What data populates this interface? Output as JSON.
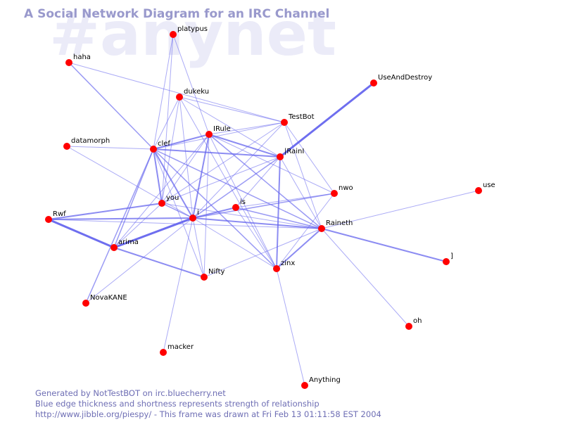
{
  "watermark": "#anynet",
  "title": "A Social Network Diagram for an IRC Channel",
  "footer": {
    "line1": "Generated by NotTestBOT on irc.bluecherry.net",
    "line2": "Blue edge thickness and shortness represents strength of relationship",
    "line3": "http://www.jibble.org/piespy/ - This frame was drawn at Fri Feb 13 01:11:58 EST 2004"
  },
  "colors": {
    "node": "#ff0000",
    "edge": "#6666ee",
    "title": "#9999cc",
    "watermark": "#ebebf8",
    "footer": "#6e6eb4"
  },
  "nodes": [
    {
      "id": "platypus",
      "label": "platypus"
    },
    {
      "id": "haha",
      "label": "haha"
    },
    {
      "id": "UseAndDestroy",
      "label": "UseAndDestroy"
    },
    {
      "id": "dukeku",
      "label": "dukeku"
    },
    {
      "id": "TestBot",
      "label": "TestBot"
    },
    {
      "id": "IRule",
      "label": "IRule"
    },
    {
      "id": "datamorph",
      "label": "datamorph"
    },
    {
      "id": "clef",
      "label": "clef"
    },
    {
      "id": "IRainI",
      "label": "|RainI"
    },
    {
      "id": "nwo",
      "label": "nwo"
    },
    {
      "id": "use",
      "label": "use"
    },
    {
      "id": "you",
      "label": "you"
    },
    {
      "id": "is",
      "label": "is"
    },
    {
      "id": "Rwf",
      "label": "Rwf"
    },
    {
      "id": "i",
      "label": "i"
    },
    {
      "id": "Raineth",
      "label": "Raineth"
    },
    {
      "id": "arima",
      "label": "arima"
    },
    {
      "id": "bracket",
      "label": "]"
    },
    {
      "id": "zinx",
      "label": "zinx"
    },
    {
      "id": "Nifty",
      "label": "Nifty"
    },
    {
      "id": "NovaKANE",
      "label": "NovaKANE"
    },
    {
      "id": "oh",
      "label": "oh"
    },
    {
      "id": "macker",
      "label": "macker"
    },
    {
      "id": "Anything",
      "label": "Anything"
    }
  ],
  "edges": [
    {
      "from": "IRainI",
      "to": "UseAndDestroy",
      "weight": 3
    },
    {
      "from": "Rwf",
      "to": "arima",
      "weight": 3
    },
    {
      "from": "Raineth",
      "to": "bracket",
      "weight": 2
    },
    {
      "from": "i",
      "to": "Raineth",
      "weight": 2
    },
    {
      "from": "arima",
      "to": "Nifty",
      "weight": 2
    },
    {
      "from": "arima",
      "to": "i",
      "weight": 3
    },
    {
      "from": "Rwf",
      "to": "i",
      "weight": 2
    },
    {
      "from": "Rwf",
      "to": "you",
      "weight": 2
    },
    {
      "from": "clef",
      "to": "IRule",
      "weight": 2
    },
    {
      "from": "clef",
      "to": "IRainI",
      "weight": 2
    },
    {
      "from": "clef",
      "to": "i",
      "weight": 2
    },
    {
      "from": "clef",
      "to": "you",
      "weight": 2
    },
    {
      "from": "clef",
      "to": "arima",
      "weight": 1.5
    },
    {
      "from": "clef",
      "to": "NovaKANE",
      "weight": 1.5
    },
    {
      "from": "clef",
      "to": "zinx",
      "weight": 1.5
    },
    {
      "from": "clef",
      "to": "Raineth",
      "weight": 1.5
    },
    {
      "from": "clef",
      "to": "Nifty",
      "weight": 1
    },
    {
      "from": "clef",
      "to": "TestBot",
      "weight": 1
    },
    {
      "from": "clef",
      "to": "datamorph",
      "weight": 1
    },
    {
      "from": "clef",
      "to": "platypus",
      "weight": 1
    },
    {
      "from": "clef",
      "to": "dukeku",
      "weight": 1
    },
    {
      "from": "IRule",
      "to": "i",
      "weight": 2
    },
    {
      "from": "IRule",
      "to": "IRainI",
      "weight": 2
    },
    {
      "from": "IRule",
      "to": "Raineth",
      "weight": 1.5
    },
    {
      "from": "IRule",
      "to": "you",
      "weight": 1
    },
    {
      "from": "IRule",
      "to": "zinx",
      "weight": 1
    },
    {
      "from": "IRule",
      "to": "nwo",
      "weight": 1
    },
    {
      "from": "IRule",
      "to": "Nifty",
      "weight": 1
    },
    {
      "from": "IRule",
      "to": "platypus",
      "weight": 1
    },
    {
      "from": "IRule",
      "to": "TestBot",
      "weight": 1
    },
    {
      "from": "IRainI",
      "to": "zinx",
      "weight": 2
    },
    {
      "from": "IRainI",
      "to": "i",
      "weight": 1.5
    },
    {
      "from": "IRainI",
      "to": "you",
      "weight": 1
    },
    {
      "from": "IRainI",
      "to": "is",
      "weight": 1
    },
    {
      "from": "IRainI",
      "to": "Raineth",
      "weight": 1
    },
    {
      "from": "IRainI",
      "to": "dukeku",
      "weight": 1
    },
    {
      "from": "i",
      "to": "is",
      "weight": 2
    },
    {
      "from": "i",
      "to": "nwo",
      "weight": 1.5
    },
    {
      "from": "i",
      "to": "TestBot",
      "weight": 1
    },
    {
      "from": "i",
      "to": "zinx",
      "weight": 1
    },
    {
      "from": "i",
      "to": "NovaKANE",
      "weight": 1
    },
    {
      "from": "i",
      "to": "Nifty",
      "weight": 1
    },
    {
      "from": "i",
      "to": "you",
      "weight": 1.5
    },
    {
      "from": "i",
      "to": "macker",
      "weight": 1
    },
    {
      "from": "i",
      "to": "dukeku",
      "weight": 1
    },
    {
      "from": "is",
      "to": "Raineth",
      "weight": 1.5
    },
    {
      "from": "is",
      "to": "nwo",
      "weight": 1
    },
    {
      "from": "is",
      "to": "zinx",
      "weight": 1
    },
    {
      "from": "Raineth",
      "to": "zinx",
      "weight": 2
    },
    {
      "from": "Raineth",
      "to": "use",
      "weight": 1
    },
    {
      "from": "Raineth",
      "to": "oh",
      "weight": 1
    },
    {
      "from": "Raineth",
      "to": "Nifty",
      "weight": 1
    },
    {
      "from": "Raineth",
      "to": "you",
      "weight": 1
    },
    {
      "from": "Raineth",
      "to": "TestBot",
      "weight": 1
    },
    {
      "from": "zinx",
      "to": "Anything",
      "weight": 1
    },
    {
      "from": "zinx",
      "to": "nwo",
      "weight": 1
    },
    {
      "from": "nwo",
      "to": "TestBot",
      "weight": 1
    },
    {
      "from": "dukeku",
      "to": "TestBot",
      "weight": 1
    },
    {
      "from": "dukeku",
      "to": "you",
      "weight": 1
    },
    {
      "from": "dukeku",
      "to": "zinx",
      "weight": 1
    },
    {
      "from": "haha",
      "to": "clef",
      "weight": 1.5
    },
    {
      "from": "haha",
      "to": "TestBot",
      "weight": 1
    },
    {
      "from": "platypus",
      "to": "you",
      "weight": 1
    },
    {
      "from": "datamorph",
      "to": "i",
      "weight": 1
    },
    {
      "from": "arima",
      "to": "you",
      "weight": 1
    },
    {
      "from": "arima",
      "to": "IRule",
      "weight": 1
    },
    {
      "from": "you",
      "to": "TestBot",
      "weight": 1
    },
    {
      "from": "Rwf",
      "to": "Raineth",
      "weight": 1
    }
  ]
}
